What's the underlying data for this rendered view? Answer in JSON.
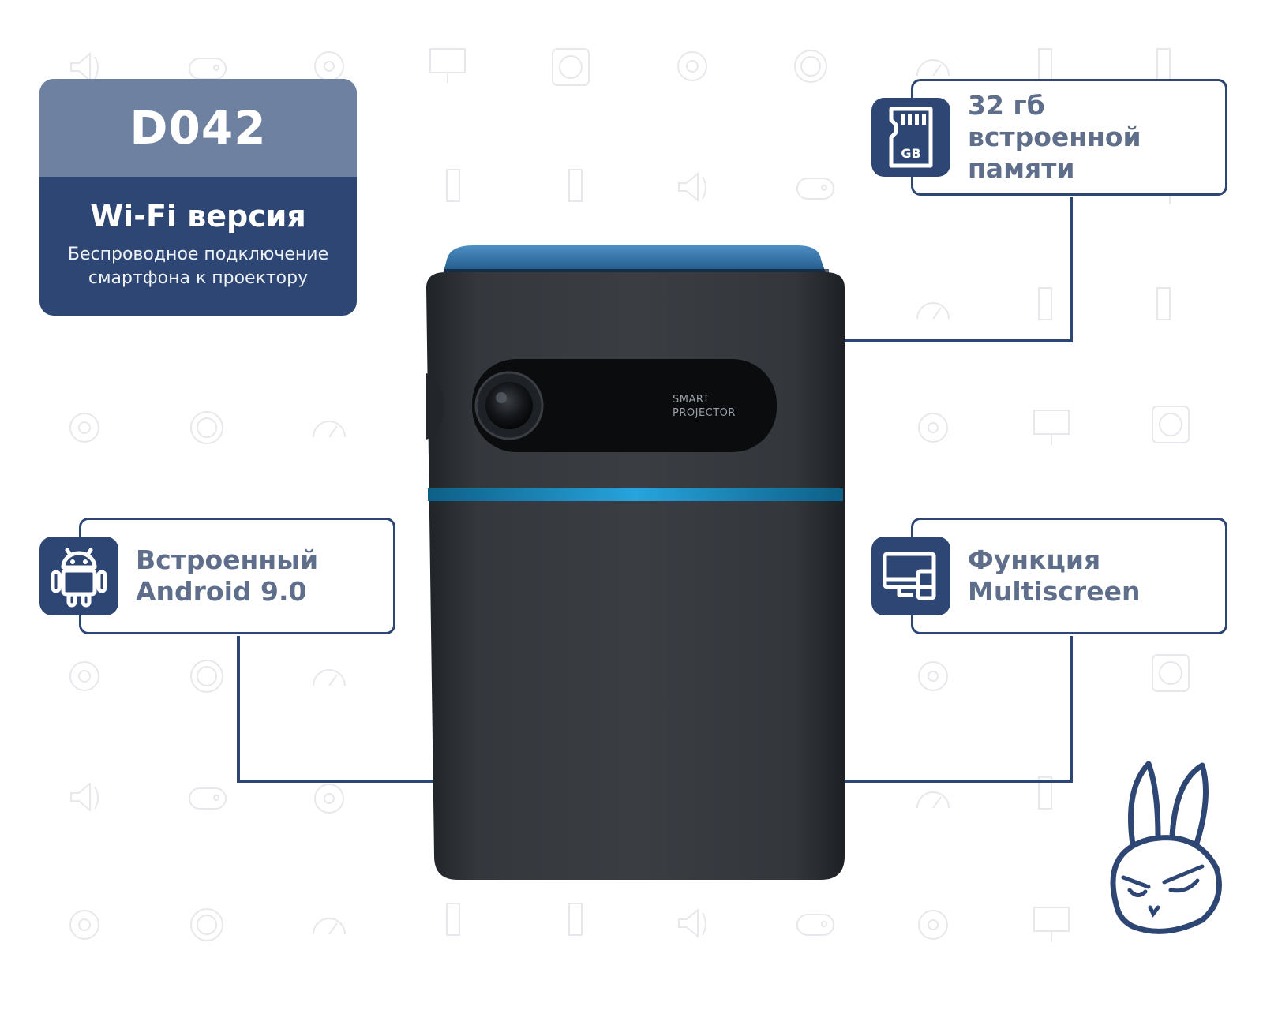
{
  "title_card": {
    "model": "D042",
    "version": "Wi-Fi версия",
    "description_line1": "Беспроводное подключение",
    "description_line2": "смартфона к проектору"
  },
  "features": [
    {
      "id": "memory",
      "icon": "sd-card-icon",
      "line1": "32 гб встроенной",
      "line2": "памяти",
      "icon_label": "GB"
    },
    {
      "id": "android",
      "icon": "android-icon",
      "line1": "Встроенный",
      "line2": "Android 9.0"
    },
    {
      "id": "multiscreen",
      "icon": "multiscreen-icon",
      "line1": "Функция",
      "line2": "Multiscreen"
    }
  ],
  "device": {
    "label_line1": "SMART",
    "label_line2": "PROJECTOR"
  },
  "colors": {
    "brand_navy": "#2e4674",
    "brand_slate": "#6e81a1",
    "accent_blue": "#1e9ad6",
    "device_body": "#2f3236"
  }
}
